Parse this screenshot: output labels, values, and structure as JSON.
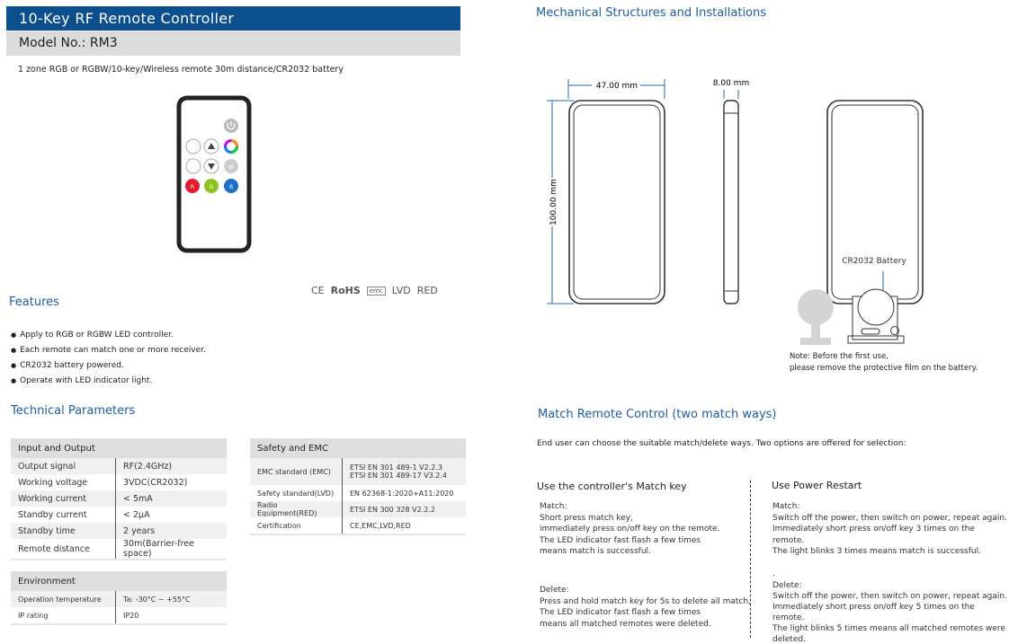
{
  "header": {
    "title": "10-Key RF Remote Controller",
    "model": "Model No.: RM3",
    "subtitle": "1 zone RGB or RGBW/10-key/Wireless remote 30m distance/CR2032 battery"
  },
  "remote": {
    "keys": {
      "r": "R",
      "g": "G",
      "b": "B",
      "w": "W"
    },
    "colors": {
      "r": "#e31b2d",
      "g": "#8dc21f",
      "b": "#1f6fc9",
      "w": "#cccccc"
    }
  },
  "certifications": [
    "CE",
    "RoHS",
    "emc",
    "LVD",
    "RED"
  ],
  "features": {
    "heading": "Features",
    "items": [
      "Apply to RGB or RGBW LED controller.",
      "Each remote can match one or more receiver.",
      "CR2032 battery powered.",
      "Operate with LED indicator light."
    ]
  },
  "technical": {
    "heading": "Technical Parameters",
    "input_output": {
      "title": "Input and Output",
      "rows": [
        [
          "Output signal",
          "RF(2.4GHz)"
        ],
        [
          "Working voltage",
          "3VDC(CR2032)"
        ],
        [
          "Working current",
          "< 5mA"
        ],
        [
          "Standby current",
          "< 2μA"
        ],
        [
          "Standby time",
          "2 years"
        ],
        [
          "Remote distance",
          "30m(Barrier-free space)"
        ]
      ]
    },
    "environment": {
      "title": "Environment",
      "rows": [
        [
          "Operation temperature",
          "Ta: -30°C ~ +55°C"
        ],
        [
          "IP rating",
          "IP20"
        ]
      ]
    },
    "safety": {
      "title": "Safety and EMC",
      "rows": [
        [
          "EMC standard (EMC)",
          "ETSI EN 301 489-1 V2.2.3",
          "ETSI EN 301 489-17 V3.2.4"
        ],
        [
          "Safety standard(LVD)",
          "EN 62368-1:2020+A11:2020"
        ],
        [
          "Radio Equipment(RED)",
          "ETSI EN 300 328 V2.2.2"
        ],
        [
          "Certification",
          "CE,EMC,LVD,RED"
        ]
      ]
    }
  },
  "mechanical": {
    "heading": "Mechanical Structures and Installations",
    "width": "47.00 mm",
    "depth": "8.00 mm",
    "height": "100.00 mm",
    "battery": "CR2032 Battery",
    "note1": "Note: Before the first use,",
    "note2": "please remove the protective film on the battery."
  },
  "match": {
    "heading": "Match Remote Control (two match ways)",
    "intro": "End user can choose the suitable match/delete ways. Two options are offered for selection:",
    "left": {
      "title": "Use the controller's Match key",
      "match_label": "Match:",
      "match_lines": [
        "Short press match key,",
        "immediately press on/off key on the remote.",
        "The LED indicator fast flash a few times",
        "means match is successful."
      ],
      "delete_label": "Delete:",
      "delete_lines": [
        "Press and hold match key for 5s to delete all match,",
        "The LED indicator fast flash a few times",
        "means all matched remotes were deleted."
      ]
    },
    "right": {
      "title": "Use Power Restart",
      "match_label": "Match:",
      "match_lines": [
        "Switch off the power, then switch on power, repeat again.",
        "Immediately short press on/off key 3 times on the remote.",
        "The light blinks 3 times means match is successful."
      ],
      "dot": ".",
      "delete_label": "Delete:",
      "delete_lines": [
        "Switch off the power, then switch on power, repeat again.",
        "Immediately short press on/off key 5 times on the remote.",
        "The light blinks 5 times means all matched remotes were",
        "deleted."
      ]
    }
  }
}
